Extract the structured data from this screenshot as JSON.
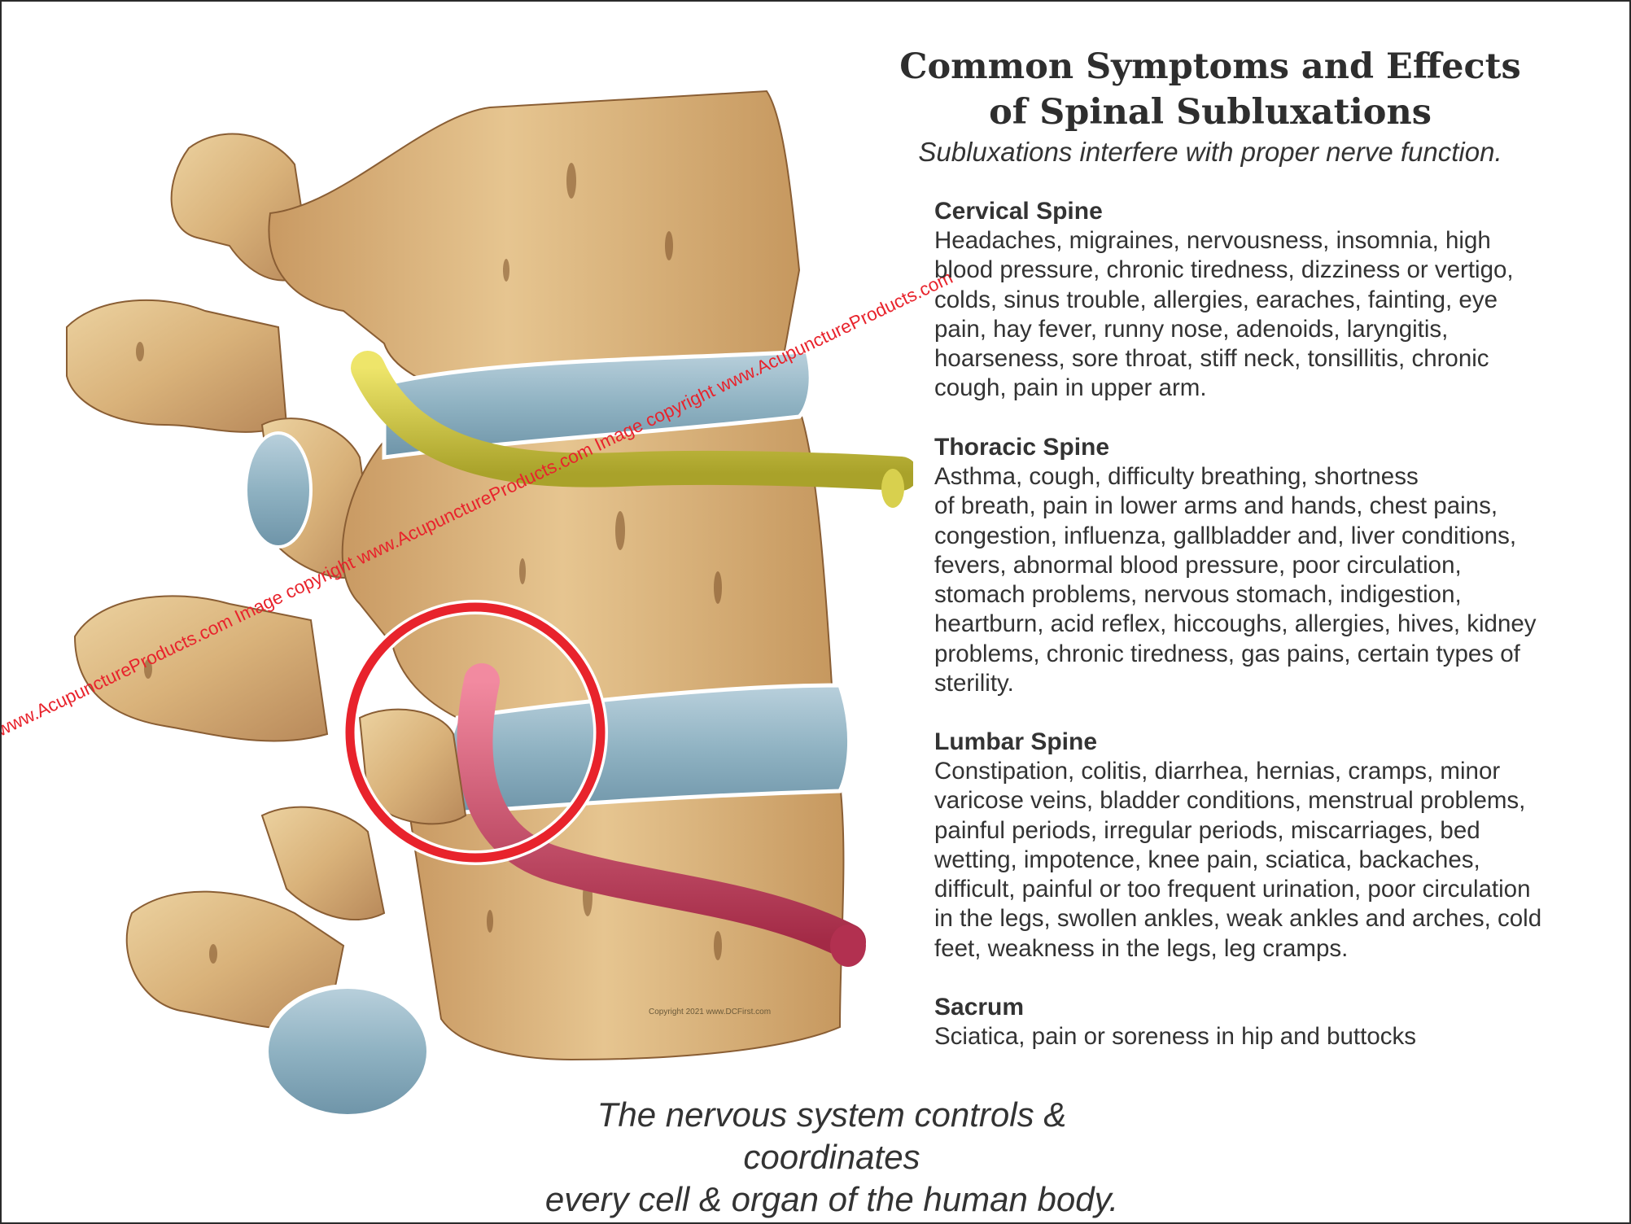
{
  "title_line1": "Common Symptoms and Effects",
  "title_line2": "of Spinal Subluxations",
  "subtitle": "Subluxations interfere with proper nerve function.",
  "sections": [
    {
      "heading": "Cervical Spine",
      "text": "Headaches, migraines, nervousness, insomnia, high\nblood pressure, chronic tiredness, dizziness or vertigo,\ncolds, sinus trouble, allergies, earaches, fainting, eye\npain, hay fever, runny nose, adenoids, laryngitis,\nhoarseness, sore throat, stiff neck, tonsillitis, chronic\ncough, pain in upper arm."
    },
    {
      "heading": "Thoracic Spine",
      "text": "Asthma, cough, difficulty breathing, shortness\nof breath, pain in lower arms and hands, chest pains,\ncongestion, influenza, gallbladder and, liver conditions,\nfevers, abnormal blood pressure, poor circulation,\nstomach problems, nervous stomach, indigestion,\nheartburn, acid reflex, hiccoughs, allergies, hives, kidney\nproblems, chronic tiredness, gas pains, certain types of\nsterility."
    },
    {
      "heading": "Lumbar Spine",
      "text": "Constipation, colitis, diarrhea, hernias, cramps, minor\nvaricose veins, bladder conditions, menstrual problems,\npainful periods, irregular periods, miscarriages, bed\nwetting, impotence, knee pain, sciatica, backaches,\ndifficult, painful or too frequent urination, poor circulation\nin the legs, swollen ankles, weak ankles and arches, cold\nfeet, weakness in the legs, leg cramps."
    },
    {
      "heading": "Sacrum",
      "text": "Sciatica, pain or soreness in hip and buttocks"
    }
  ],
  "footer": "The nervous system controls & coordinates\nevery cell & organ of the human body.",
  "watermark": "www.AcupunctureProducts.com Image copyright www.AcupunctureProducts.com Image copyright www.AcupunctureProducts.com",
  "illustration_copyright": "Copyright 2021 www.DCFirst.com",
  "colors": {
    "bone": "#d9b27a",
    "bone_shadow": "#9a6a3c",
    "disc": "#8fb2c2",
    "cervical_nerve": "#c9c23a",
    "pinched_nerve": "#c8405e",
    "highlight_ring": "#e8232c",
    "watermark": "#e8232c"
  }
}
